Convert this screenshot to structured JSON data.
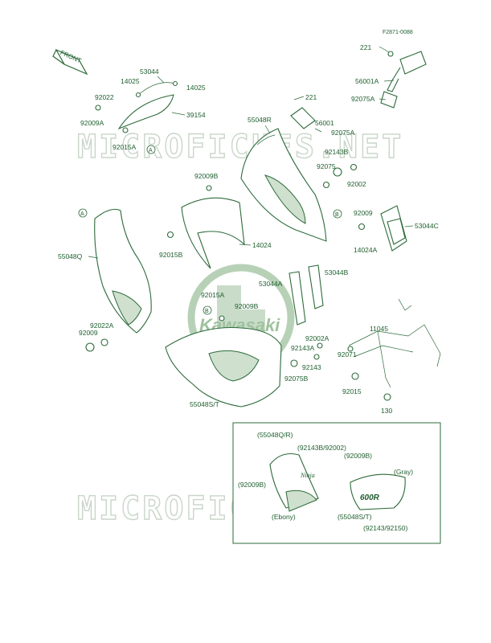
{
  "diagram": {
    "ref_code": "F2871-0088",
    "front_label": "FRONT",
    "watermarks": [
      "MICROFICHES.NET",
      "MICROFICHES.NET"
    ],
    "logo_text": "Kawasaki",
    "colors": {
      "ink": "#2d6b3a",
      "text": "#1f5f2f",
      "watermark": "#c9d6c9",
      "logo": "#b7d1b7"
    },
    "labels": {
      "p221a": "221",
      "p56001A": "56001A",
      "p92075A": "92075A",
      "p53044": "53044",
      "p14025a": "14025",
      "p14025b": "14025",
      "p92022a": "92022",
      "p92009A": "92009A",
      "p39154": "39154",
      "p92015A_top": "92015A",
      "p221b": "221",
      "p56001": "56001",
      "p92075A_b": "92075A",
      "p55048R": "55048R",
      "p92143B": "92143B",
      "p92075": "92075",
      "p92002": "92002",
      "p92009B_a": "92009B",
      "p14024": "14024",
      "p92015B": "92015B",
      "p55048Q": "55048Q",
      "p92022A": "92022A",
      "p92009": "92009",
      "p92009_r": "92009",
      "p53044C": "53044C",
      "p14024A": "14024A",
      "p53044A": "53044A",
      "p53044B": "53044B",
      "p92015A_mid": "92015A",
      "p92009B_mid": "92009B",
      "p92002A": "92002A",
      "p92143A": "92143A",
      "p92143": "92143",
      "p92075B": "92075B",
      "p11045": "11045",
      "p92071": "92071",
      "p92015": "92015",
      "p130": "130",
      "p55048ST": "55048S/T"
    },
    "markers": {
      "A": "A",
      "B": "B"
    },
    "inset": {
      "l1": "(55048Q/R)",
      "l2": "(92143B/92002)",
      "l3": "(92009B)",
      "l4": "(Gray)",
      "l5": "(92009B)",
      "l6": "(Ebony)",
      "l7": "(55048S/T)",
      "l8": "(92143/92150)",
      "decal_ninja": "Ninja",
      "decal_model": "600R"
    }
  }
}
